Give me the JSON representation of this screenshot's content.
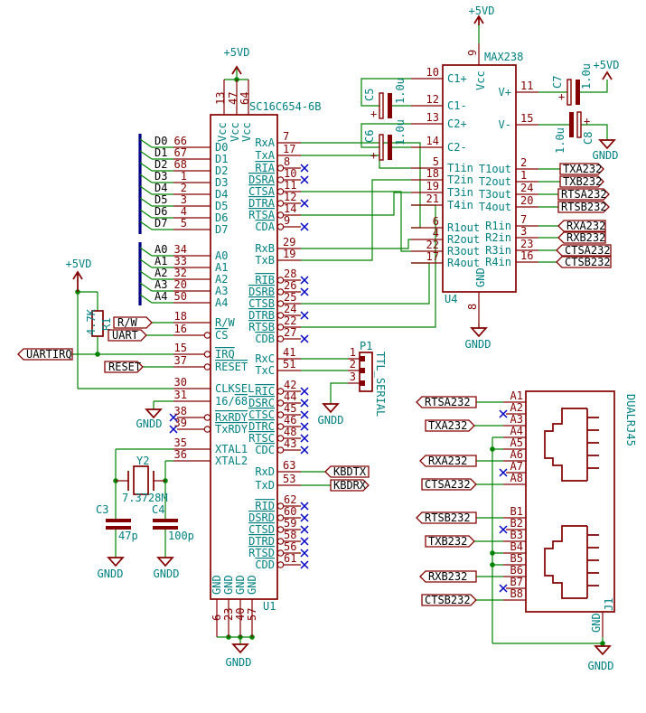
{
  "colors": {
    "wire": "#008400",
    "outline": "#840000",
    "pin_name": "#008080",
    "pin_number": "#840000",
    "net_label": "#000000",
    "bus": "#000084",
    "no_connect": "#0000C4",
    "junction": "#008400",
    "background": "#ffffff"
  },
  "u1": {
    "ref": "U1",
    "value": "SC16C654-6B",
    "top_pin_numbers": [
      "13",
      "47",
      "64"
    ],
    "top_pin_names": [
      "Vcc",
      "Vcc",
      "Vcc"
    ],
    "bottom_pin_numbers": [
      "6",
      "23",
      "40",
      "57"
    ],
    "bottom_pin_names": [
      "GND",
      "GND",
      "GND",
      "GND"
    ],
    "left_pins": [
      {
        "name": "D0",
        "num": "66"
      },
      {
        "name": "D1",
        "num": "67"
      },
      {
        "name": "D2",
        "num": "68"
      },
      {
        "name": "D3",
        "num": "1"
      },
      {
        "name": "D4",
        "num": "2"
      },
      {
        "name": "D5",
        "num": "3"
      },
      {
        "name": "D6",
        "num": "4"
      },
      {
        "name": "D7",
        "num": "5"
      },
      {
        "name": "A0",
        "num": "34"
      },
      {
        "name": "A1",
        "num": "33"
      },
      {
        "name": "A2",
        "num": "32"
      },
      {
        "name": "A3",
        "num": "20"
      },
      {
        "name": "A4",
        "num": "50"
      },
      {
        "name": "R/W",
        "num": "18"
      },
      {
        "name": "CS",
        "num": "16"
      },
      {
        "name": "IRQ",
        "num": "15"
      },
      {
        "name": "RESET",
        "num": "37"
      },
      {
        "name": "CLKSEL",
        "num": "30"
      },
      {
        "name": "16/68",
        "num": "31",
        "name_plain": "16/",
        "name_over": "68"
      },
      {
        "name": "RxRDY",
        "num": "38"
      },
      {
        "name": "TxRDY",
        "num": "39"
      },
      {
        "name": "XTAL1",
        "num": "35"
      },
      {
        "name": "XTAL2",
        "num": "36"
      }
    ],
    "right_pins": [
      {
        "name": "RxA",
        "num": "7"
      },
      {
        "name": "TxA",
        "num": "17"
      },
      {
        "name": "RIA",
        "num": "8"
      },
      {
        "name": "DSRA",
        "num": "10"
      },
      {
        "name": "CTSA",
        "num": "11"
      },
      {
        "name": "DTRA",
        "num": "12"
      },
      {
        "name": "RTSA",
        "num": "14"
      },
      {
        "name": "CDA",
        "num": "9"
      },
      {
        "name": "RxB",
        "num": "29"
      },
      {
        "name": "TxB",
        "num": "19"
      },
      {
        "name": "RIB",
        "num": "28"
      },
      {
        "name": "DSRB",
        "num": "26"
      },
      {
        "name": "CTSB",
        "num": "25"
      },
      {
        "name": "DTRB",
        "num": "24"
      },
      {
        "name": "RTSB",
        "num": "22"
      },
      {
        "name": "CDB",
        "num": "27"
      },
      {
        "name": "RxC",
        "num": "41"
      },
      {
        "name": "TxC",
        "num": "51"
      },
      {
        "name": "RIC",
        "num": "42"
      },
      {
        "name": "DSRC",
        "num": "44"
      },
      {
        "name": "CTSC",
        "num": "45"
      },
      {
        "name": "DTRC",
        "num": "46"
      },
      {
        "name": "RTSC",
        "num": "48"
      },
      {
        "name": "CDC",
        "num": "43"
      },
      {
        "name": "RxD",
        "num": "63"
      },
      {
        "name": "TxD",
        "num": "53"
      },
      {
        "name": "RID",
        "num": "62"
      },
      {
        "name": "DSRD",
        "num": "60"
      },
      {
        "name": "CTSD",
        "num": "59"
      },
      {
        "name": "DTRD",
        "num": "58"
      },
      {
        "name": "RTSD",
        "num": "56"
      },
      {
        "name": "CDD",
        "num": "61"
      }
    ]
  },
  "u4": {
    "ref": "U4",
    "value": "MAX238",
    "top_pin": {
      "num": "9",
      "name": "Vcc"
    },
    "bottom_pin": {
      "num": "8",
      "name": "GND"
    },
    "left_pins": [
      {
        "name": "C1+",
        "num": "10"
      },
      {
        "name": "C1-",
        "num": "12"
      },
      {
        "name": "C2+",
        "num": "13"
      },
      {
        "name": "C2-",
        "num": "14"
      },
      {
        "name": "T1in",
        "num": "5"
      },
      {
        "name": "T2in",
        "num": "18"
      },
      {
        "name": "T3in",
        "num": "19"
      },
      {
        "name": "T4in",
        "num": "21"
      },
      {
        "name": "R1out",
        "num": "6"
      },
      {
        "name": "R2out",
        "num": "4"
      },
      {
        "name": "R3out",
        "num": "22"
      },
      {
        "name": "R4out",
        "num": "17"
      }
    ],
    "right_pins": [
      {
        "name": "V+",
        "num": "11"
      },
      {
        "name": "V-",
        "num": "15"
      },
      {
        "name": "T1out",
        "num": "2"
      },
      {
        "name": "T2out",
        "num": "1"
      },
      {
        "name": "T3out",
        "num": "24"
      },
      {
        "name": "T4out",
        "num": "20"
      },
      {
        "name": "R1in",
        "num": "7"
      },
      {
        "name": "R2in",
        "num": "3"
      },
      {
        "name": "R3in",
        "num": "23"
      },
      {
        "name": "R4in",
        "num": "16"
      }
    ]
  },
  "p1": {
    "ref": "P1",
    "value": "TTL_SERIAL",
    "pin_numbers": [
      "1",
      "2",
      "3"
    ]
  },
  "j1": {
    "ref": "J1",
    "value": "DUALRJ45",
    "gnd_pin": "GND",
    "a_pin_numbers": [
      "A1",
      "A2",
      "A3",
      "A4",
      "A5",
      "A6",
      "A7",
      "A8"
    ],
    "b_pin_numbers": [
      "B1",
      "B2",
      "B3",
      "B4",
      "B5",
      "B6",
      "B7",
      "B8"
    ]
  },
  "r1": {
    "ref": "R1",
    "value": "4.7K"
  },
  "y2": {
    "ref": "Y2",
    "value": "7.3728M"
  },
  "caps": {
    "c3": {
      "ref": "C3",
      "value": "47p"
    },
    "c4": {
      "ref": "C4",
      "value": "100p"
    },
    "c5": {
      "ref": "C5",
      "value": "1.0u",
      "plus": "+"
    },
    "c6": {
      "ref": "C6",
      "value": "1.0u",
      "plus": "+"
    },
    "c7": {
      "ref": "C7",
      "value": "1.0u",
      "plus": "+"
    },
    "c8": {
      "ref": "C8",
      "value": "1.0u",
      "plus": "+"
    }
  },
  "power": {
    "vcc": "+5VD",
    "gnd": "GNDD"
  },
  "labels": {
    "uartirq": "UARTIRQ",
    "rw": "R/W",
    "uart": "UART",
    "reset": "RESET",
    "kbdtx": "KBDTX",
    "kbdrx": "KBDRX",
    "txa232": "TXA232",
    "txb232": "TXB232",
    "rtsa232": "RTSA232",
    "rtsb232": "RTSB232",
    "rxa232": "RXA232",
    "rxb232": "RXB232",
    "ctsa232": "CTSA232",
    "ctsb232": "CTSB232"
  }
}
